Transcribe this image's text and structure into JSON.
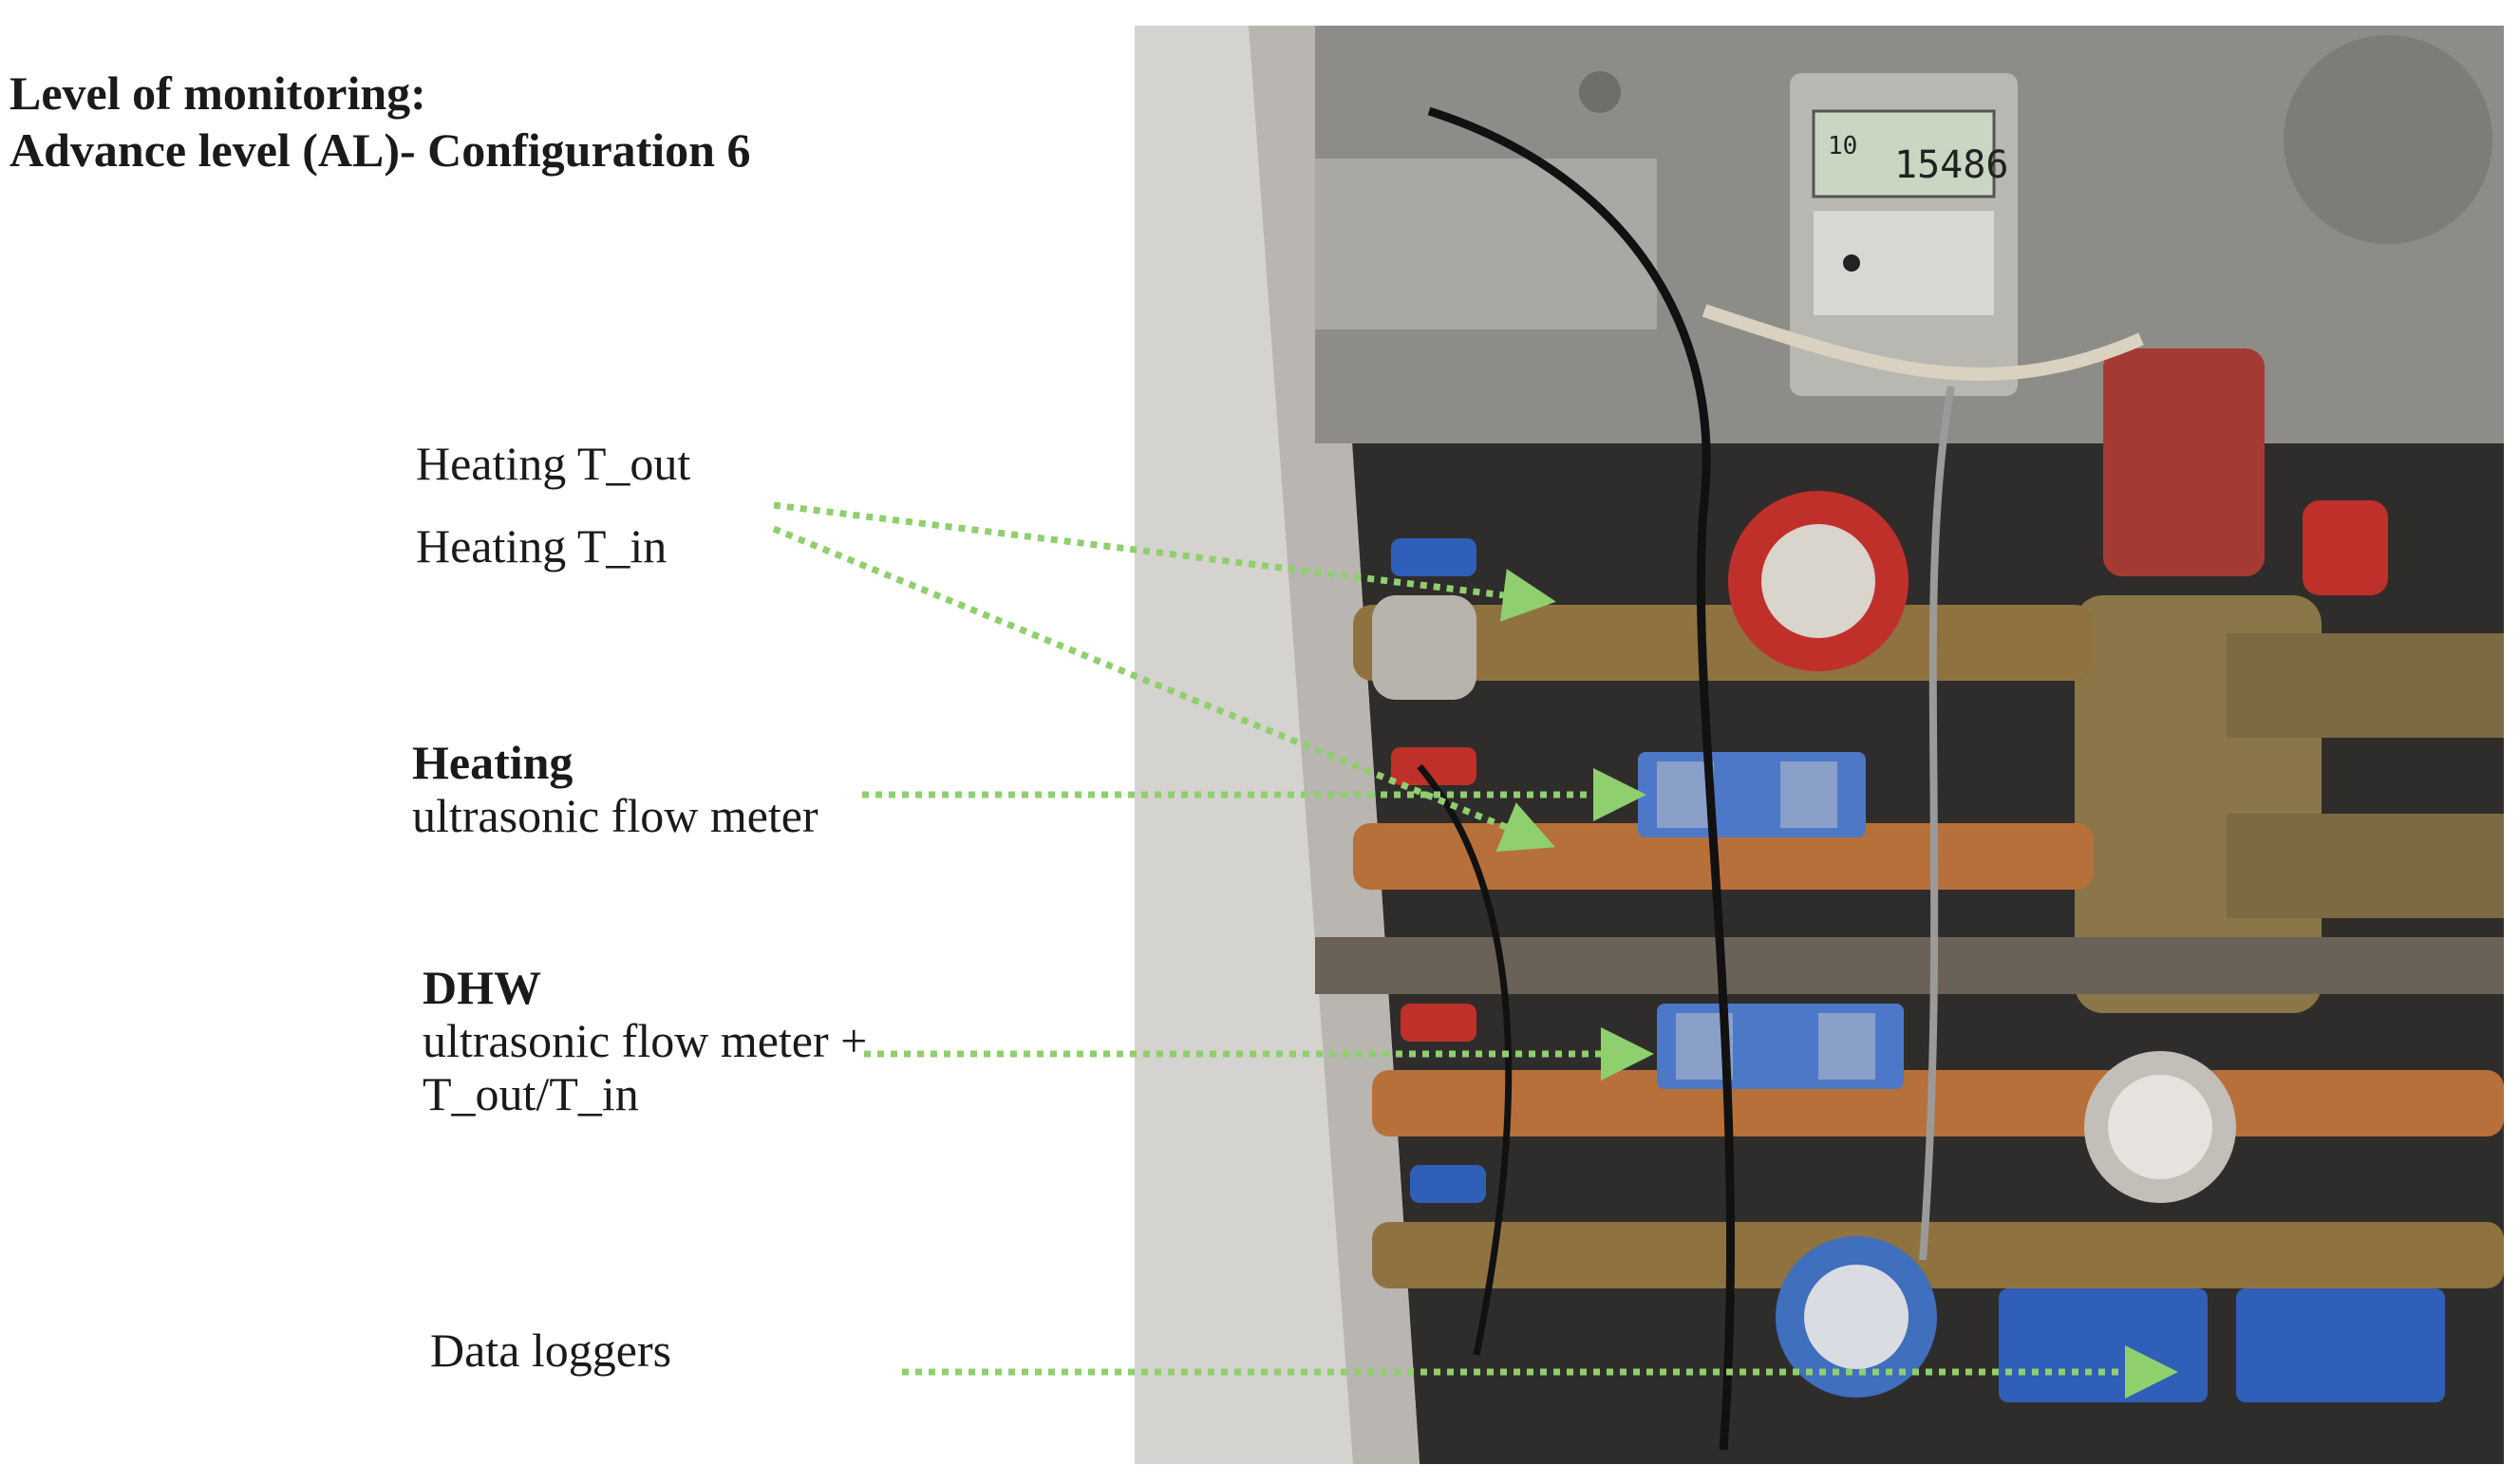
{
  "heading": {
    "line1": "Level of monitoring:",
    "line2": "Advance level (AL)- Configuration 6"
  },
  "labels": {
    "heating_t_out": "Heating T_out",
    "heating_t_in": "Heating T_in",
    "heating_title": "Heating",
    "heating_sub": "ultrasonic flow meter",
    "dhw_title": "DHW",
    "dhw_sub1": "ultrasonic flow meter +",
    "dhw_sub2": "T_out/T_in",
    "data_loggers": "Data loggers"
  },
  "meter_display": {
    "left": "10",
    "right": "15486"
  },
  "colors": {
    "arrow": "#8fcf6e",
    "photo_bg": "#3a3836",
    "copper": "#b8703a",
    "brass": "#a88a4a",
    "red_valve": "#c0302a",
    "blue_valve": "#2f5fb8",
    "flow_meter": "#4d78c8",
    "wall": "#d8d6d2"
  }
}
